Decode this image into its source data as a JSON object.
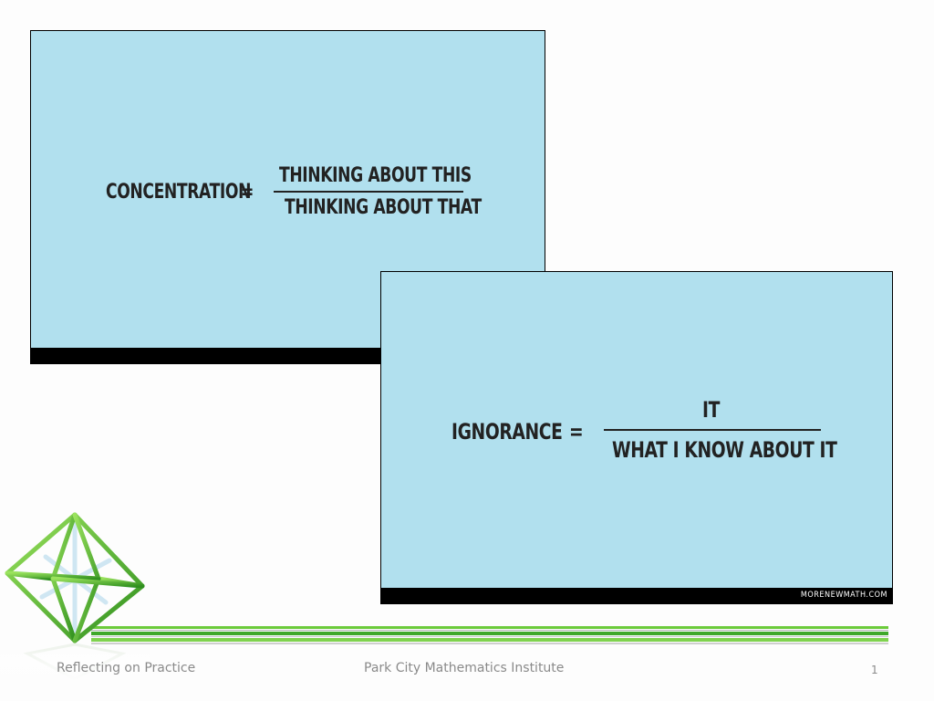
{
  "card_a": {
    "label": "CONCENTRATION",
    "equals": "=",
    "numerator": "THINKING ABOUT THIS",
    "denominator": "THINKING ABOUT THAT"
  },
  "card_b": {
    "label": "IGNORANCE",
    "equals": "=",
    "numerator": "IT",
    "denominator": "WHAT I KNOW ABOUT IT",
    "credit": "MORENEWMATH.COM"
  },
  "footer": {
    "left": "Reflecting on Practice",
    "center": "Park City Mathematics Institute",
    "page_number": "1"
  },
  "colors": {
    "card_bg": "#b1e0ee",
    "accent_green": "#3fa82a",
    "footer_text": "#8a8a8a"
  },
  "icons": {
    "logo": "octahedron-logo-icon"
  }
}
